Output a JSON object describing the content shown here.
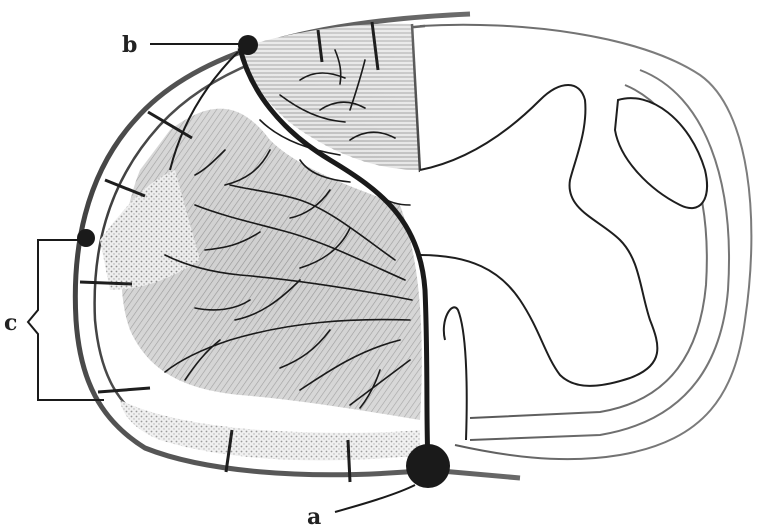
{
  "diagram": {
    "labels": {
      "a": "a",
      "b": "b",
      "c": "c"
    },
    "colors": {
      "ink": "#1e1e1e",
      "paper": "#ffffff",
      "shade_light": "#d9d9d9",
      "shade_mid": "#bdbdbd",
      "shade_dark": "#9a9a9a"
    }
  }
}
